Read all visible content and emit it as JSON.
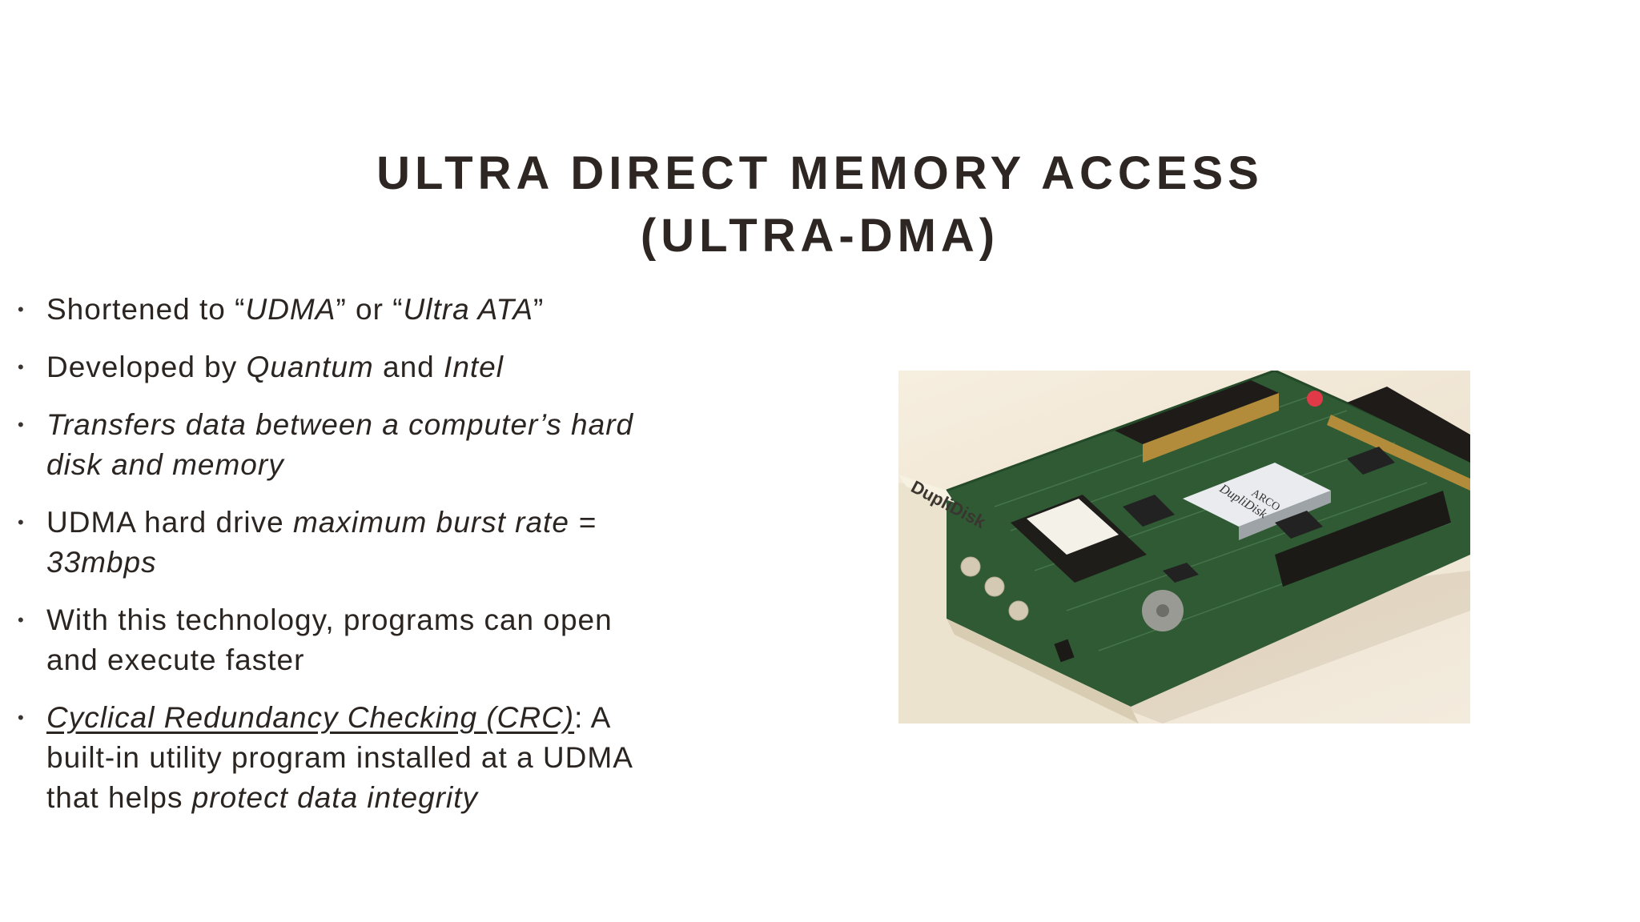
{
  "slide": {
    "title_line1": "ULTRA DIRECT MEMORY ACCESS",
    "title_line2": "(ULTRA-DMA)"
  },
  "bullets": [
    {
      "segments": [
        {
          "t": "Shortened to “",
          "s": ""
        },
        {
          "t": "UDMA",
          "s": "it"
        },
        {
          "t": "” or “",
          "s": ""
        },
        {
          "t": "Ultra ATA",
          "s": "it"
        },
        {
          "t": "”",
          "s": ""
        }
      ]
    },
    {
      "segments": [
        {
          "t": "Developed by ",
          "s": ""
        },
        {
          "t": "Quantum",
          "s": "it"
        },
        {
          "t": " and ",
          "s": ""
        },
        {
          "t": "Intel",
          "s": "it"
        }
      ]
    },
    {
      "segments": [
        {
          "t": "Transfers data between a computer’s hard disk and memory",
          "s": "it"
        }
      ]
    },
    {
      "segments": [
        {
          "t": "UDMA hard drive ",
          "s": ""
        },
        {
          "t": "maximum burst rate = 33mbps",
          "s": "it"
        }
      ]
    },
    {
      "segments": [
        {
          "t": "With this technology, programs can open and execute faster",
          "s": ""
        }
      ]
    },
    {
      "segments": [
        {
          "t": "Cyclical Redundancy Checking (CRC)",
          "s": "ul"
        },
        {
          "t": ": A built-in utility program installed at a UDMA that helps ",
          "s": ""
        },
        {
          "t": "protect data integrity",
          "s": "it"
        }
      ]
    }
  ],
  "photo": {
    "bracket_brand": "DupliDisk",
    "chip_label": "ARCO",
    "chip_label2": "DupliDisk"
  },
  "colors": {
    "text": "#2b2522",
    "pcb": "#2f5a34",
    "bracket": "#ece3cf"
  }
}
